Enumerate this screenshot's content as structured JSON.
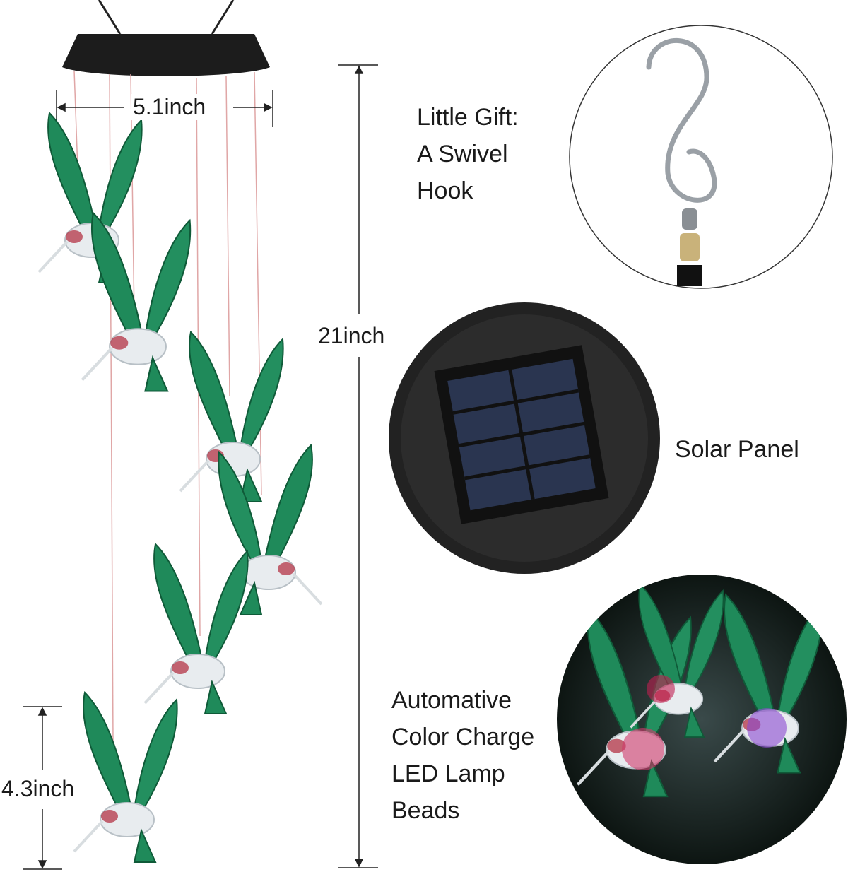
{
  "dimensions": {
    "width_label": "5.1inch",
    "height_label": "21inch",
    "bird_label": "4.3inch"
  },
  "callouts": {
    "hook": [
      "Little Gift:",
      "A Swivel",
      "Hook"
    ],
    "solar": [
      "Solar Panel"
    ],
    "led": [
      "Automative",
      "Color Charge",
      "LED Lamp",
      "Beads"
    ]
  },
  "colors": {
    "wing_green": "#1f8a5a",
    "body_clear": "#e8ecef",
    "accent_red": "#b0283a",
    "housing_black": "#1c1c1c",
    "solar_blue": "#2a3550"
  },
  "icons": [
    "swivel-hook-icon",
    "solar-panel-icon",
    "hummingbird-icon"
  ]
}
